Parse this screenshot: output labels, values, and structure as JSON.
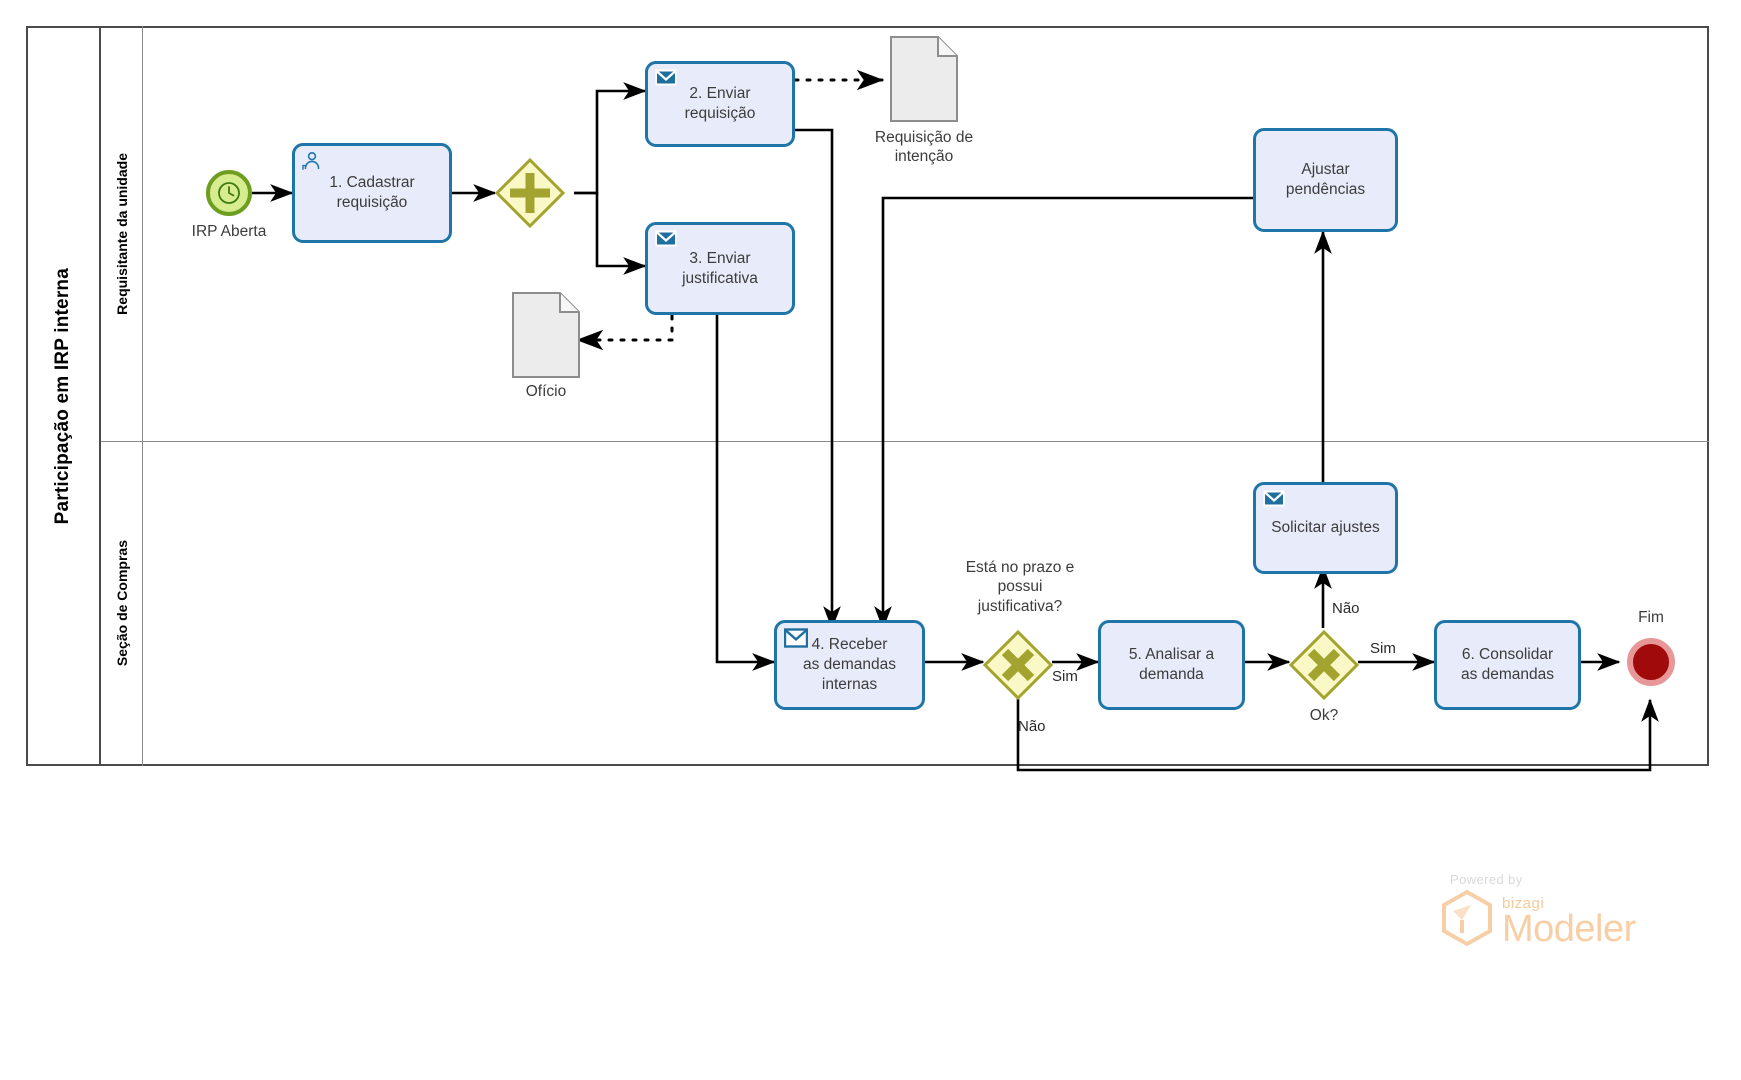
{
  "diagram": {
    "type": "bpmn-process",
    "pool": {
      "title": "Participação em IRP interna"
    },
    "lanes": [
      {
        "id": "lane-requisitante",
        "title": "Requisitante da unidade"
      },
      {
        "id": "lane-compras",
        "title": "Seção de Compras"
      }
    ],
    "events": [
      {
        "id": "start-irp-aberta",
        "kind": "timer-start-event",
        "label": "IRP Aberta",
        "icon": "clock-icon",
        "color": "#d6ec8f",
        "border": "#6d9e1f"
      },
      {
        "id": "end-fim",
        "kind": "end-event",
        "label": "Fim",
        "color": "#a00a0a",
        "border": "#e79797"
      }
    ],
    "tasks": [
      {
        "id": "task-1",
        "label": "1. Cadastrar\nrequisição",
        "icon": "user-task-icon",
        "lane": "lane-requisitante"
      },
      {
        "id": "task-2",
        "label": "2. Enviar\nrequisição",
        "icon": "send-message-icon",
        "lane": "lane-requisitante"
      },
      {
        "id": "task-3",
        "label": "3. Enviar\njustificativa",
        "icon": "send-message-icon",
        "lane": "lane-requisitante"
      },
      {
        "id": "task-ajustar-pendencias",
        "label": "Ajustar\npendências",
        "icon": "none",
        "lane": "lane-requisitante"
      },
      {
        "id": "task-4",
        "label": "4. Receber\nas demandas\ninternas",
        "icon": "receive-message-icon",
        "lane": "lane-compras"
      },
      {
        "id": "task-5",
        "label": "5. Analisar a\ndemanda",
        "icon": "none",
        "lane": "lane-compras"
      },
      {
        "id": "task-solicitar-ajustes",
        "label": "Solicitar ajustes",
        "icon": "send-message-icon",
        "lane": "lane-compras"
      },
      {
        "id": "task-6",
        "label": "6. Consolidar\nas demandas",
        "icon": "none",
        "lane": "lane-compras"
      }
    ],
    "gateways": [
      {
        "id": "gateway-parallel",
        "kind": "parallel-gateway",
        "symbol": "plus",
        "label": "",
        "fill": "#fbf8c8",
        "stroke": "#a3a430"
      },
      {
        "id": "gateway-prazo",
        "kind": "exclusive-gateway",
        "symbol": "x",
        "label": "Está no prazo e\npossui\njustificativa?",
        "fill": "#fbf8c8",
        "stroke": "#a3a430"
      },
      {
        "id": "gateway-ok",
        "kind": "exclusive-gateway",
        "symbol": "x",
        "label": "Ok?",
        "fill": "#fbf8c8",
        "stroke": "#a3a430"
      }
    ],
    "data_objects": [
      {
        "id": "data-requisicao-intencao",
        "label": "Requisição de\nintenção"
      },
      {
        "id": "data-oficio",
        "label": "Ofício"
      }
    ],
    "flow_labels": [
      {
        "id": "flow-label-sim-prazo",
        "text": "Sim"
      },
      {
        "id": "flow-label-nao-prazo",
        "text": "Não"
      },
      {
        "id": "flow-label-nao-ok",
        "text": "Não"
      },
      {
        "id": "flow-label-sim-ok",
        "text": "Sim"
      }
    ],
    "colors": {
      "task_fill": "#e8ecfa",
      "task_border": "#1f75a8",
      "gateway_fill": "#fbf8c8",
      "gateway_border": "#a3a430",
      "start_fill": "#d6ec8f",
      "start_border": "#6d9e1f",
      "end_fill": "#a00a0a",
      "end_ring": "#e79797",
      "data_fill": "#ececec",
      "data_border": "#8d8d8d",
      "flow_line": "#000000"
    }
  },
  "watermark": {
    "powered_by": "Powered by",
    "brand": "bizagi",
    "product": "Modeler"
  }
}
